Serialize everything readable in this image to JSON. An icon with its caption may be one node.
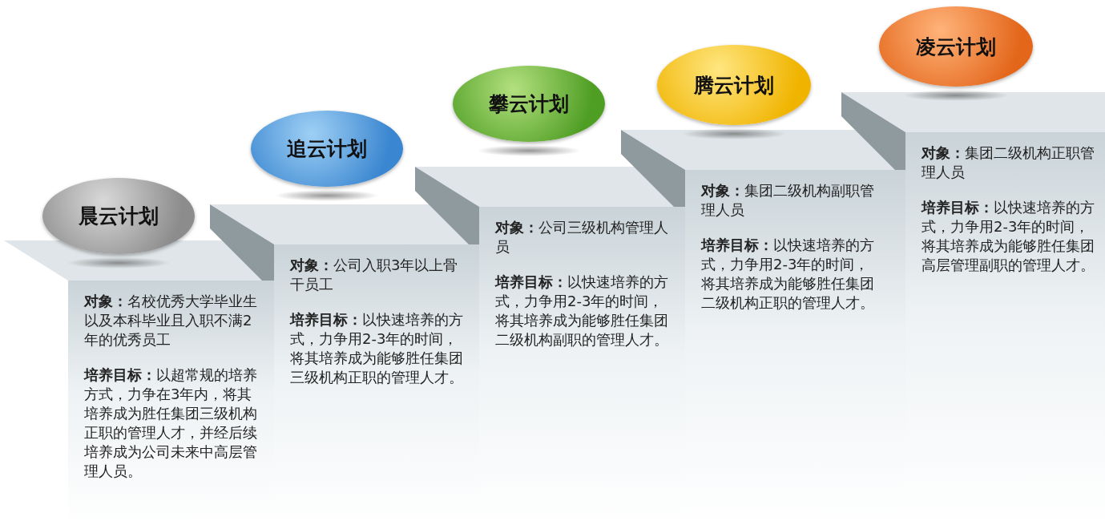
{
  "diagram": {
    "nodes": [
      {
        "text": [
          "晨云计划"
        ]
      },
      {
        "text": [
          "**对象：**名校优秀大学毕业生以及本科毕业且入职不满2年的优秀员工",
          "**培养目标：**以超常规的培养方式，力争在3年内，将其培养成为胜任集团三级机构正职的管理人才，并经后续培养成为公司未来中高层管理人员。"
        ]
      },
      {
        "text": [
          "追云计划"
        ]
      },
      {
        "text": [
          "**对象：**公司入职3年以上骨干员工",
          "**培养目标：**以快速培养的方式，力争用2-3年的时间，将其培养成为能够胜任集团三级机构正职的管理人才。"
        ]
      },
      {
        "text": [
          "攀云计划"
        ]
      },
      {
        "text": [
          "**对象：**公司三级机构管理人员",
          "**培养目标：**以快速培养的方式，力争用2-3年的时间，将其培养成为能够胜任集团二级机构副职的管理人才。"
        ]
      },
      {
        "text": [
          "腾云计划"
        ]
      },
      {
        "text": [
          "**对象：**集团二级机构副职管理人员",
          "**培养目标：**以快速培养的方式，力争用2-3年的时间，将其培养成为能够胜任集团二级机构正职的管理人才。"
        ]
      },
      {
        "text": [
          "凌云计划"
        ]
      },
      {
        "text": [
          "**对象：**集团二级机构正职管理人员",
          "**培养目标：**以快速培养的方式，力争用2-3年的时间，将其培养成为能够胜任集团高层管理副职的管理人才。"
        ]
      }
    ],
    "edges": []
  }
}
